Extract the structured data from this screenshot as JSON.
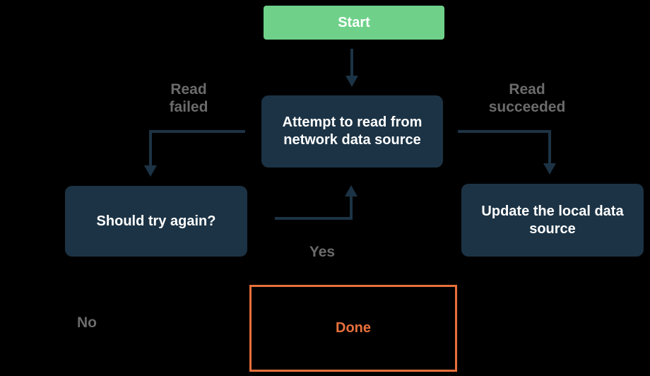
{
  "flowchart": {
    "nodes": {
      "start": {
        "label": "Start"
      },
      "attempt": {
        "label": "Attempt to read from network data source"
      },
      "should_try": {
        "label": "Should try again?"
      },
      "update_local": {
        "label": "Update the local data source"
      },
      "done": {
        "label": "Done"
      }
    },
    "edge_labels": {
      "read_failed": {
        "line1": "Read",
        "line2": "failed"
      },
      "read_succeeded": {
        "line1": "Read",
        "line2": "succeeded"
      },
      "yes": {
        "label": "Yes"
      },
      "no": {
        "label": "No"
      }
    },
    "colors": {
      "background": "#000000",
      "start_fill": "#6FD189",
      "node_fill": "#1C3345",
      "connector": "#1C3345",
      "edge_label_text": "#6B6B6B",
      "node_text": "#FFFFFF",
      "done_accent": "#E8703C"
    }
  }
}
